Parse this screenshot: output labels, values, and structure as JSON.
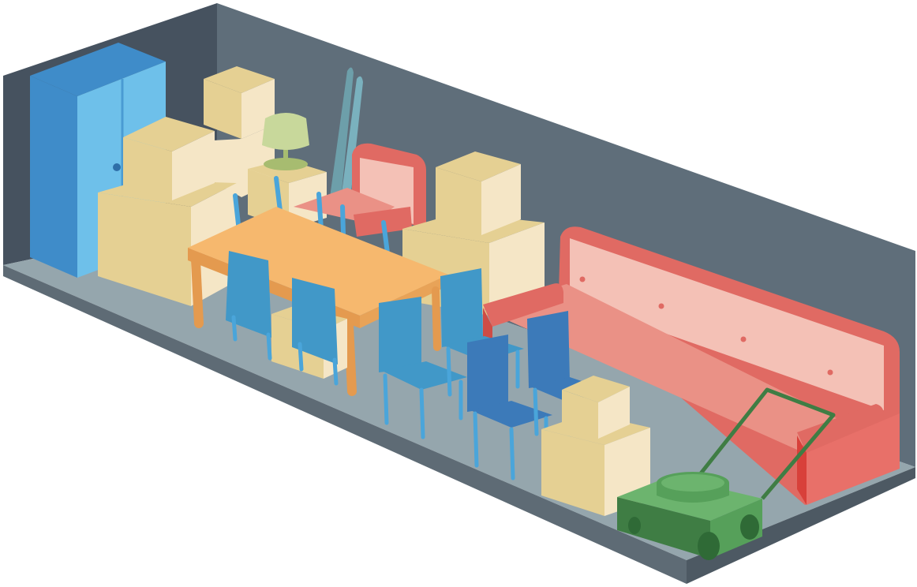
{
  "illustration": {
    "subject": "storage-unit-interior",
    "colors": {
      "floor": "#95a6ad",
      "floor_edge": "#5e6b75",
      "back_wall": "#5f6e7a",
      "left_wall": "#46525f",
      "box_light": "#f5e6c6",
      "box_dark": "#e5d093",
      "wardrobe_front": "#6ec0ea",
      "wardrobe_side": "#3f8cc9",
      "table_top": "#f6b86e",
      "table_legs": "#e49a4f",
      "chair_seat": "#4198c8",
      "chair_dark": "#3c7ab9",
      "sofa_back": "#f4c1b6",
      "sofa_seat": "#ea9186",
      "sofa_frame": "#e06a63",
      "lamp_shade": "#c8d89b",
      "mower_body": "#56a05a",
      "mower_dark": "#3f7d44",
      "ski": "#7ab1be"
    },
    "items": [
      "wardrobe",
      "stacked-boxes",
      "table-lamp",
      "skis",
      "armchair",
      "dining-table",
      "chairs",
      "sofa",
      "lawn-mower"
    ]
  }
}
